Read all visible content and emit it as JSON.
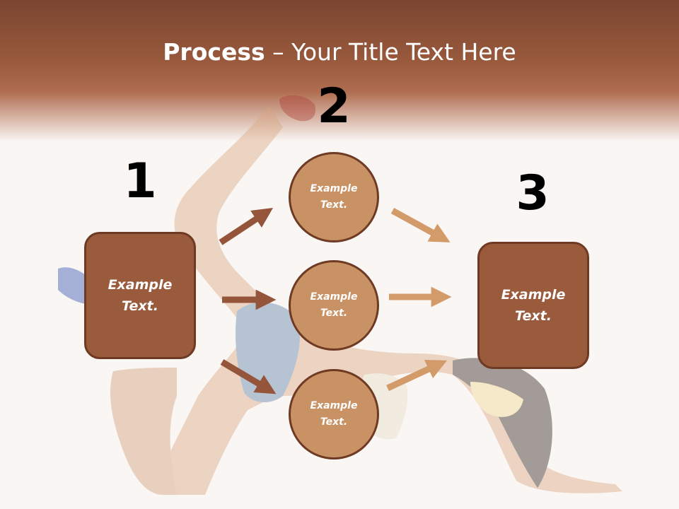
{
  "slide": {
    "title_bold": "Process",
    "title_rest": " – Your Title Text Here"
  },
  "steps": {
    "step1": {
      "number": "1",
      "text": "Example\nText."
    },
    "step2": {
      "number": "2"
    },
    "step3": {
      "number": "3",
      "text": "Example\nText."
    }
  },
  "circles": [
    {
      "text": "Example\nText."
    },
    {
      "text": "Example\nText."
    },
    {
      "text": "Example\nText."
    }
  ],
  "colors": {
    "header": "#9a5a3d",
    "box_fill": "#9a5a3c",
    "box_border": "#6e3a24",
    "circle_fill": "#c99264",
    "arrow_dark": "#94553a",
    "arrow_light": "#d39a6a"
  }
}
